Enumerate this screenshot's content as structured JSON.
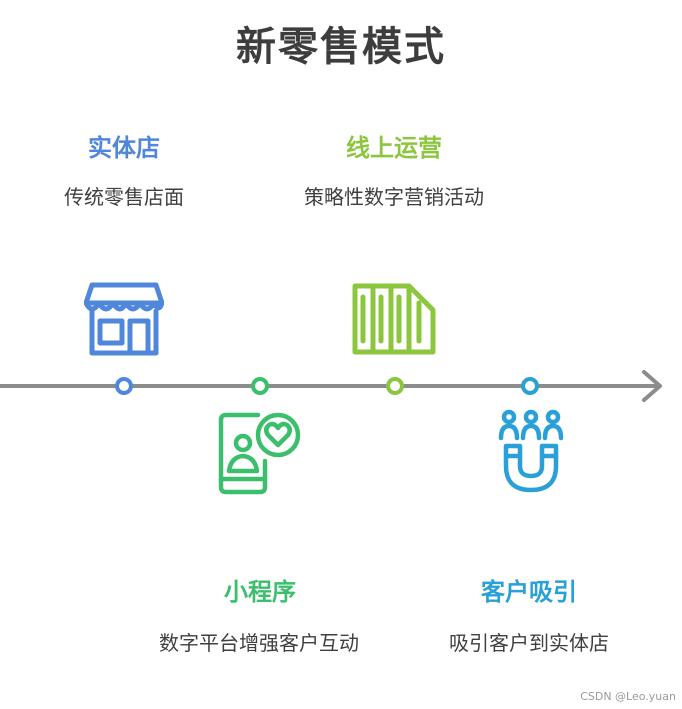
{
  "title": "新零售模式",
  "nodes": [
    {
      "id": "store",
      "title": "实体店",
      "desc": "传统零售店面",
      "color": "#4f87dd",
      "icon": "storefront-icon"
    },
    {
      "id": "miniprogram",
      "title": "小程序",
      "desc": "数字平台增强客户互动",
      "color": "#3cbf6d",
      "icon": "phone-heart-icon"
    },
    {
      "id": "online",
      "title": "线上运营",
      "desc": "策略性数字营销活动",
      "color": "#8cc63f",
      "icon": "bars-icon"
    },
    {
      "id": "attract",
      "title": "客户吸引",
      "desc": "吸引客户到实体店",
      "color": "#2aa0d8",
      "icon": "magnet-people-icon"
    }
  ],
  "watermark": "CSDN @Leo.yuan"
}
